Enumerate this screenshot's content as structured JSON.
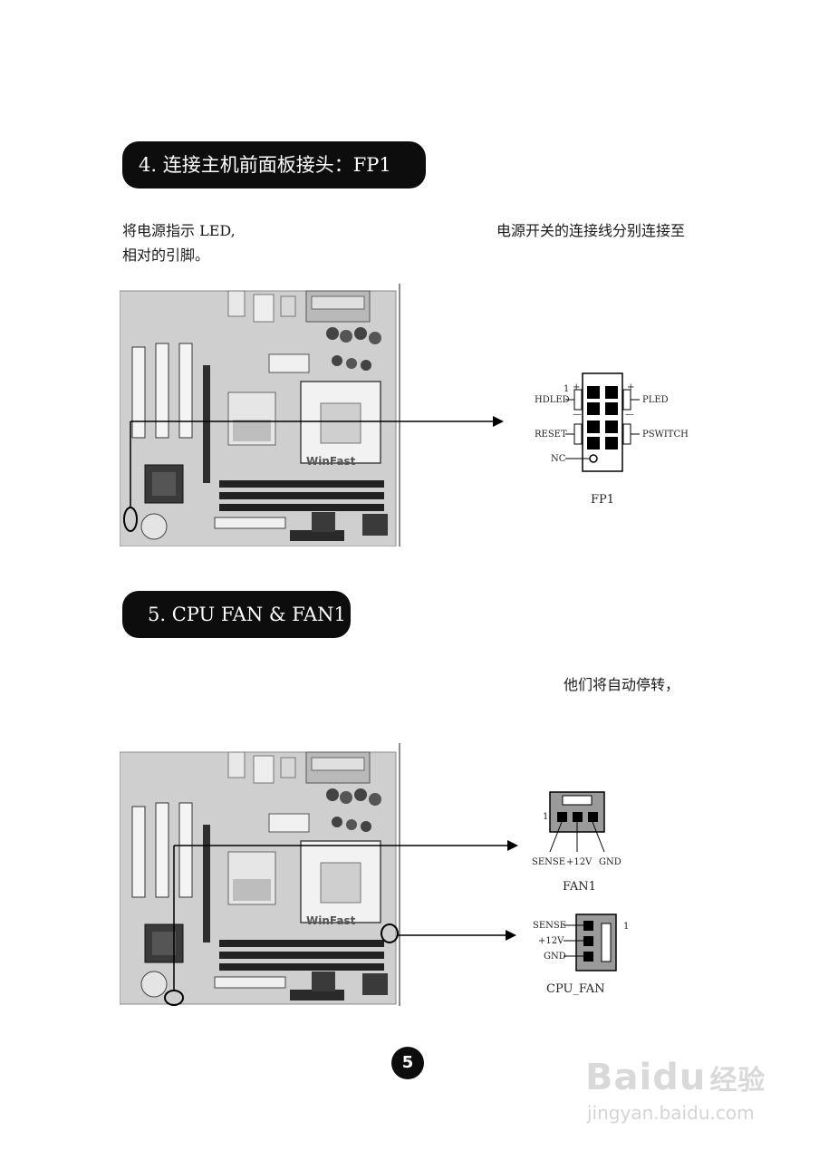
{
  "section1": {
    "title": "4. 连接主机前面板接头：FP1",
    "text_left_line1": "将电源指示 LED,",
    "text_left_line2": "相对的引脚。",
    "text_right": "电源开关的连接线分别连接至",
    "diagram": {
      "name": "FP1",
      "pin1": "1",
      "plus": "+",
      "minus": "—",
      "hdled": "HDLED",
      "pled": "PLED",
      "reset": "RESET",
      "pswitch": "PSWITCH",
      "nc": "NC"
    }
  },
  "section2": {
    "title": "5. CPU  FAN  &  FAN1",
    "text_right": "他们将自动停转，",
    "fan1": {
      "name": "FAN1",
      "pin1": "1",
      "sense": "SENSE",
      "v12": "+12V",
      "gnd": "GND"
    },
    "cpu_fan": {
      "name": "CPU_FAN",
      "pin1": "1",
      "sense": "SENSE",
      "v12": "+12V",
      "gnd": "GND"
    }
  },
  "board_label": "WinFast",
  "page_number": "5",
  "watermark": {
    "logo": "Baidu",
    "logo_cn": "经验",
    "url": "jingyan.baidu.com"
  }
}
